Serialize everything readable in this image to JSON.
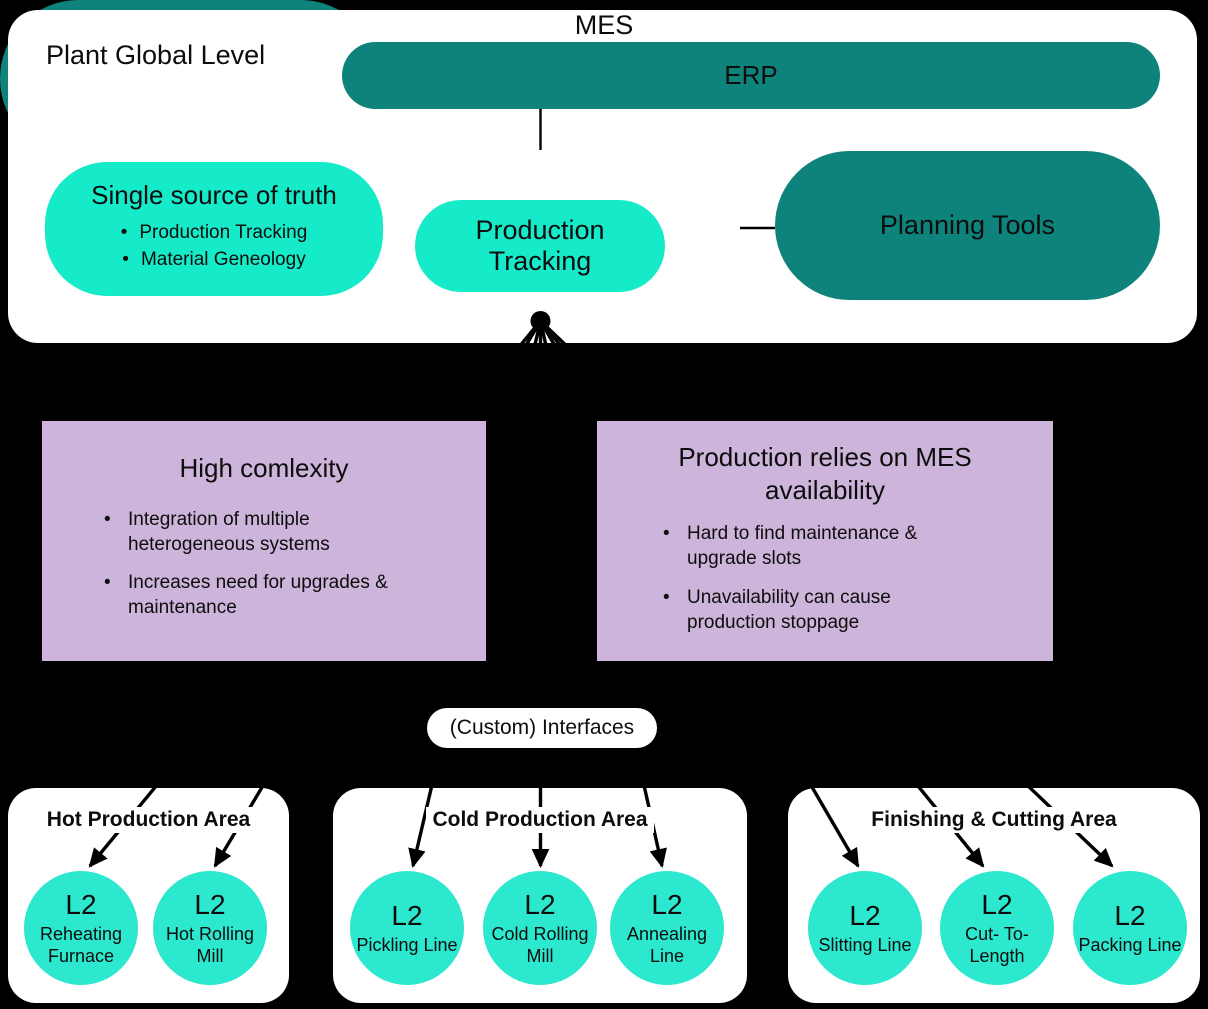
{
  "plant": {
    "label": "Plant Global Level",
    "erp_label": "ERP",
    "mes_label": "MES",
    "production_tracking_label": "Production Tracking",
    "planning_tools_label": "Planning Tools",
    "single_source": {
      "title": "Single source of truth",
      "bullets": [
        "Production Tracking",
        "Material Geneology"
      ]
    }
  },
  "issue_panels": [
    {
      "title": "High comlexity",
      "bullets": [
        "Integration of multiple heterogeneous systems",
        "Increases need for upgrades & maintenance"
      ]
    },
    {
      "title": "Production relies on MES availability",
      "bullets": [
        "Hard to find maintenance & upgrade slots",
        "Unavailability can cause production stoppage"
      ]
    }
  ],
  "interfaces_label": "(Custom) Interfaces",
  "areas": [
    {
      "title": "Hot Production Area",
      "units": [
        {
          "badge": "L2",
          "label": "Reheating Furnace"
        },
        {
          "badge": "L2",
          "label": "Hot Rolling Mill"
        }
      ]
    },
    {
      "title": "Cold Production Area",
      "units": [
        {
          "badge": "L2",
          "label": "Pickling Line"
        },
        {
          "badge": "L2",
          "label": "Cold Rolling Mill"
        },
        {
          "badge": "L2",
          "label": "Annealing Line"
        }
      ]
    },
    {
      "title": "Finishing & Cutting Area",
      "units": [
        {
          "badge": "L2",
          "label": "Slitting Line"
        },
        {
          "badge": "L2",
          "label": "Cut- To- Length"
        },
        {
          "badge": "L2",
          "label": "Packing Line"
        }
      ]
    }
  ],
  "colors": {
    "background": "#000000",
    "card_white": "#FFFFFF",
    "teal_node": "#0E837B",
    "turquoise_pill": "#16EBC9",
    "turquoise_circle": "#2CE8CE",
    "panel_purple": "#CDB4DB",
    "connector_black": "#000000"
  }
}
